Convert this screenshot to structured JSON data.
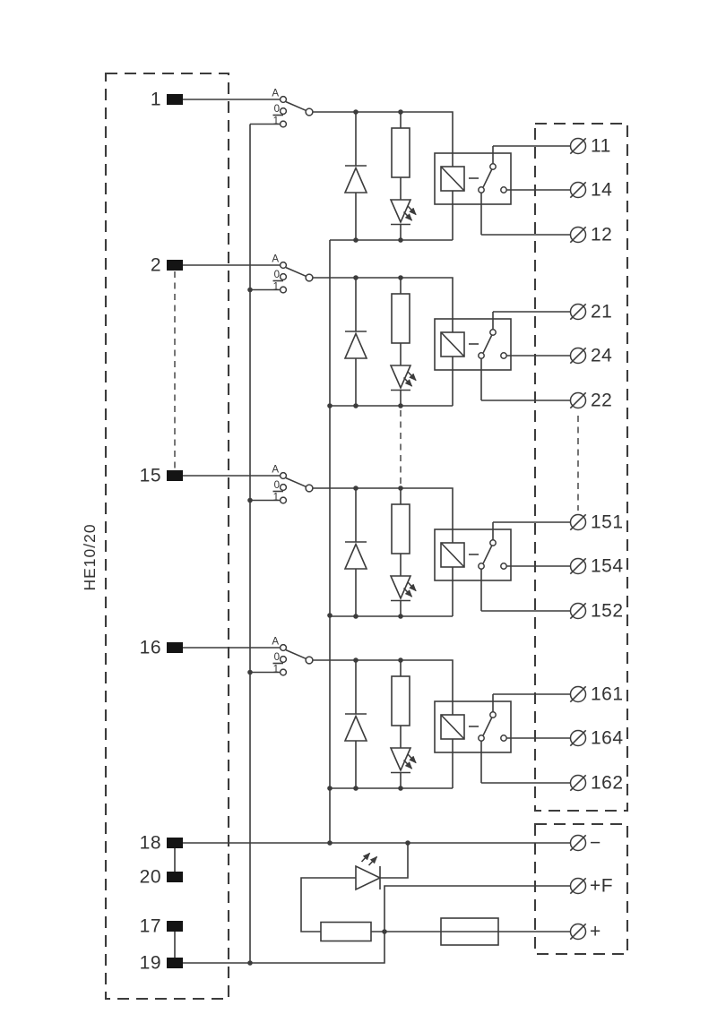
{
  "connector": {
    "label": "HE10/20",
    "pins": [
      "1",
      "2",
      "15",
      "16",
      "18",
      "20",
      "17",
      "19"
    ]
  },
  "switch_positions": [
    "A",
    "0",
    "1"
  ],
  "channels": [
    {
      "input": "1",
      "outputs": [
        "11",
        "14",
        "12"
      ]
    },
    {
      "input": "2",
      "outputs": [
        "21",
        "24",
        "22"
      ]
    },
    {
      "input": "15",
      "outputs": [
        "151",
        "154",
        "152"
      ]
    },
    {
      "input": "16",
      "outputs": [
        "161",
        "164",
        "162"
      ]
    }
  ],
  "power_terminals": {
    "minus": "−",
    "plus_fused": "+F",
    "plus": "+"
  },
  "colors": {
    "line": "#3c3c3c",
    "pad": "#141414",
    "background": "#ffffff"
  }
}
